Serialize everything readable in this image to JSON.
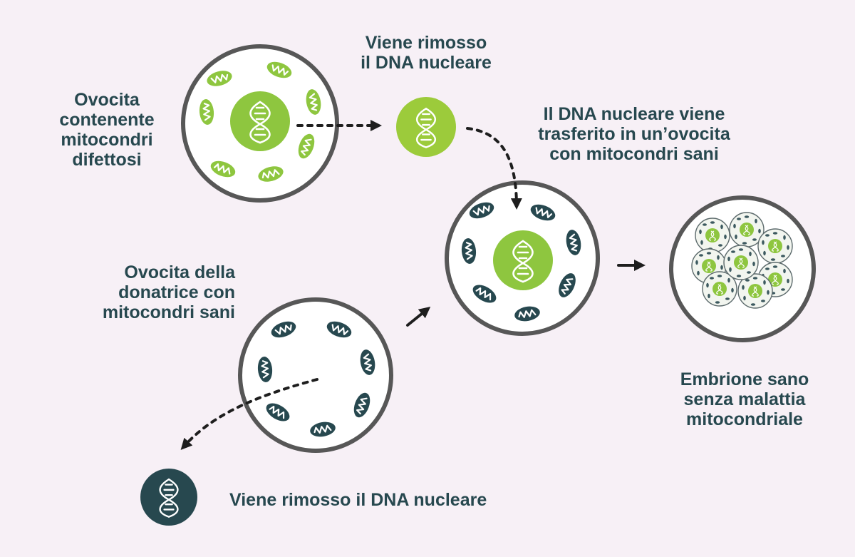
{
  "colors": {
    "background": "#f7f0f6",
    "green": "#8ec63f",
    "light_green": "#9ccb3b",
    "dark_teal": "#27484f",
    "cell_fill": "#ffffff",
    "cell_border": "#575757",
    "text": "#27484f"
  },
  "labels": {
    "defective_oocyte": [
      "Ovocita",
      "contenente",
      "mitocondri",
      "difettosi"
    ],
    "removed_top": [
      "Viene rimosso",
      "il DNA nucleare"
    ],
    "transferred": [
      "Il DNA nucleare viene",
      "trasferito in un’ovocita",
      "con mitocondri sani"
    ],
    "donor_oocyte": [
      "Ovocita della",
      "donatrice con",
      "mitocondri sani"
    ],
    "healthy_embryo": [
      "Embrione sano",
      "senza malattia",
      "mitocondriale"
    ],
    "removed_bottom": "Viene rimosso il DNA nucleare"
  },
  "icons": {
    "dna": "dna-helix-icon",
    "mitochondrion": "mitochondrion-icon",
    "arrow": "arrow-icon"
  }
}
